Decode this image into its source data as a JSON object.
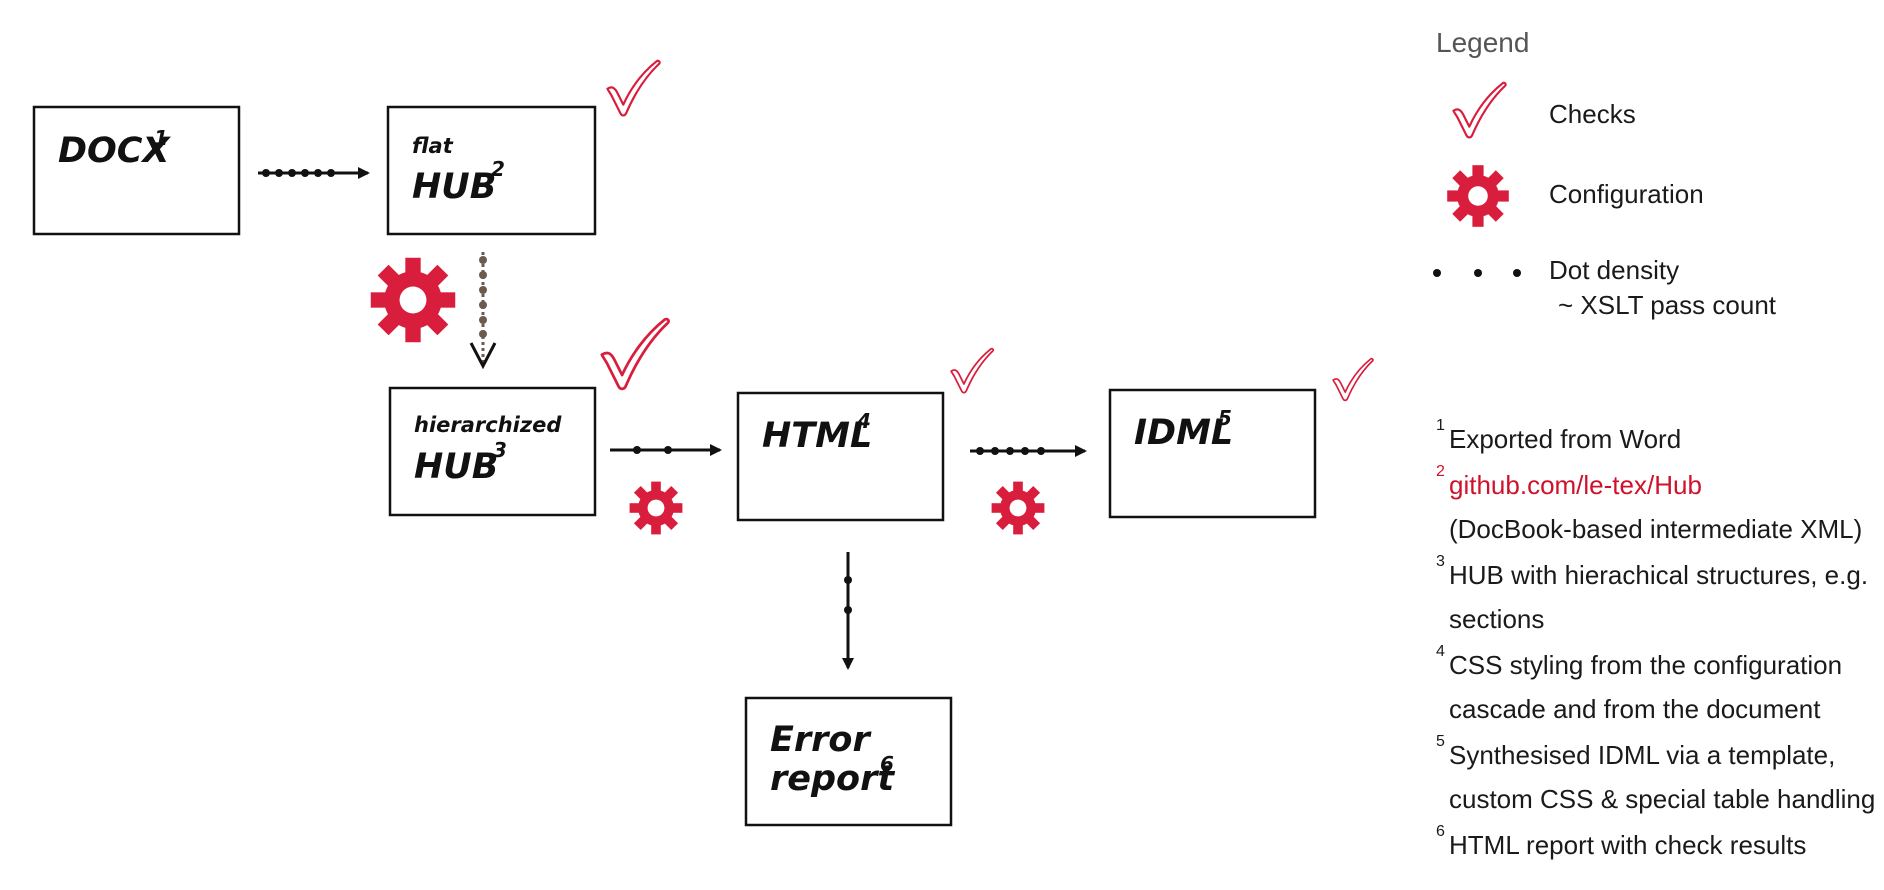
{
  "colors": {
    "accent": "#d81e3c",
    "box_border": "#111111",
    "arrow": "#111111",
    "dotted_arrow": "#6b5b4f"
  },
  "boxes": {
    "docx": {
      "label": "DOCX",
      "sup": "1"
    },
    "flat": {
      "prefix": "flat",
      "label": "HUB",
      "sup": "2"
    },
    "hier": {
      "prefix": "hierarchized",
      "label": "HUB",
      "sup": "3"
    },
    "html": {
      "label": "HTML",
      "sup": "4"
    },
    "idml": {
      "label": "IDML",
      "sup": "5"
    },
    "error": {
      "line1": "Error",
      "line2": "report",
      "sup": "6"
    }
  },
  "arrows": {
    "docx_to_flat": {
      "dots": 6
    },
    "flat_to_hier": {
      "dots": 6
    },
    "hier_to_html": {
      "dots": 2
    },
    "html_to_idml": {
      "dots": 5
    },
    "html_to_error": {
      "dots": 2
    }
  },
  "legend": {
    "title": "Legend",
    "items": [
      {
        "icon": "checkmark-icon",
        "label": "Checks"
      },
      {
        "icon": "gear-icon",
        "label": "Configuration"
      },
      {
        "icon": "dots-icon",
        "label": "Dot density",
        "label2": "~ XSLT pass count"
      }
    ]
  },
  "notes": [
    {
      "num": "1",
      "lines": [
        "Exported from Word"
      ]
    },
    {
      "num": "2",
      "link": "github.com/le-tex/Hub",
      "lines": [
        "(DocBook-based intermediate XML)"
      ]
    },
    {
      "num": "3",
      "lines": [
        "HUB with hierachical structures, e.g.",
        "sections"
      ]
    },
    {
      "num": "4",
      "lines": [
        "CSS styling from the configuration",
        "cascade and from the document"
      ]
    },
    {
      "num": "5",
      "lines": [
        "Synthesised IDML via a template,",
        "custom CSS & special table handling"
      ]
    },
    {
      "num": "6",
      "lines": [
        "HTML report with check results"
      ]
    }
  ]
}
